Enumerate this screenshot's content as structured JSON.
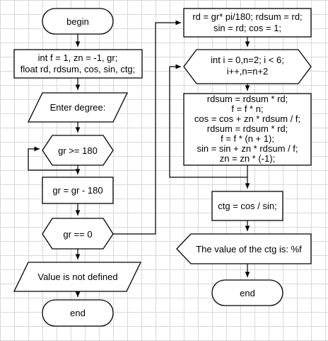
{
  "nodes": {
    "begin": "begin",
    "declare": [
      "int f = 1, zn = -1, gr;",
      "float rd, rdsum, cos, sin, ctg;"
    ],
    "enter": "Enter degree:",
    "cond1": "gr >= 180",
    "sub": "gr = gr - 180",
    "cond2": "gr == 0",
    "undefined": "Value is not defined",
    "end1": "end",
    "init": [
      "rd = gr* pi/180; rdsum = rd;",
      "sin = rd; cos = 1;"
    ],
    "loop": [
      "int i = 0,n=2; i < 6;",
      "i++,n=n+2"
    ],
    "body": [
      "rdsum = rdsum * rd;",
      "f = f * n;",
      "cos = cos + zn * rdsum / f;",
      "rdsum = rdsum * rd;",
      "f = f * (n + 1);",
      "sin = sin + zn * rdsum / f;",
      "zn = zn * (-1);"
    ],
    "ctg": "ctg = cos / sin;",
    "output": "The value of the ctg is: %f",
    "end2": "end"
  }
}
